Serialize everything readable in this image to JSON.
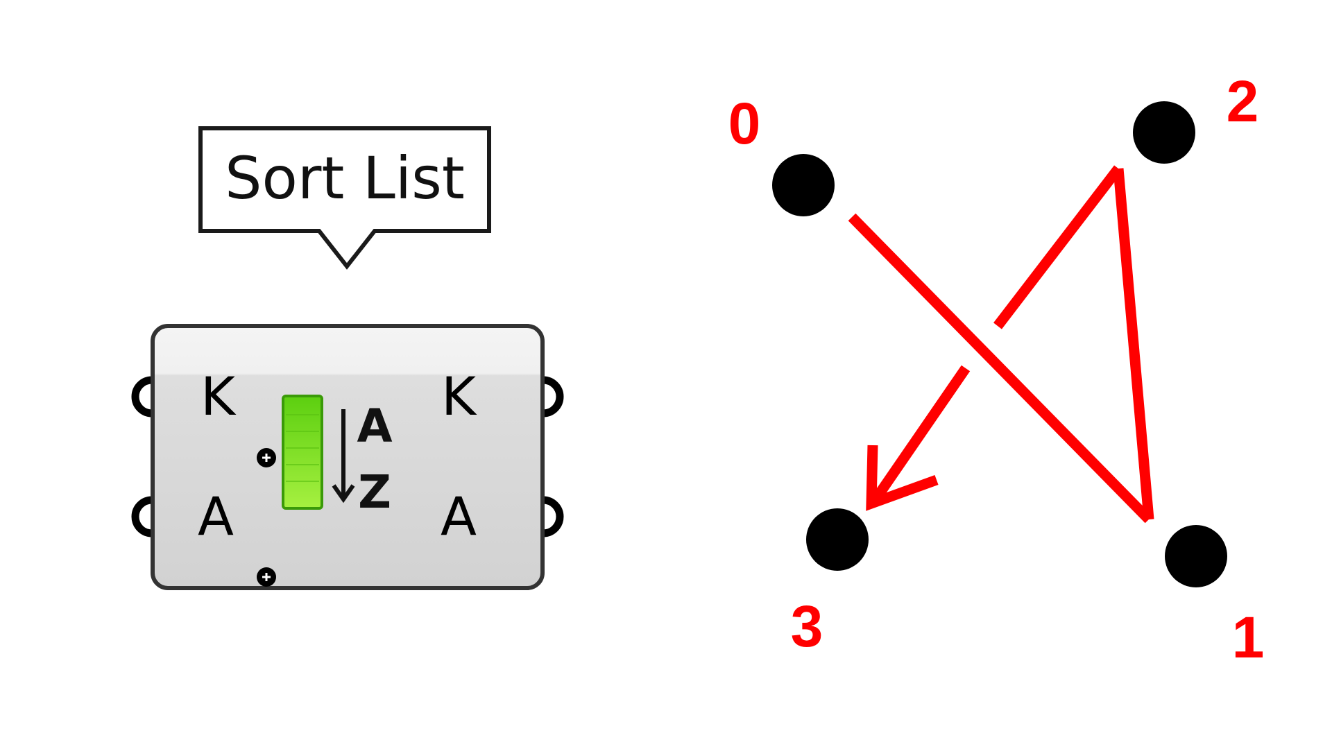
{
  "tooltip": {
    "text": "Sort List"
  },
  "component": {
    "inputs": [
      "K",
      "A"
    ],
    "outputs": [
      "K",
      "A"
    ],
    "icon": {
      "name": "sort-az-icon",
      "letters": [
        "A",
        "Z"
      ]
    }
  },
  "points": [
    {
      "label": "0"
    },
    {
      "label": "1"
    },
    {
      "label": "2"
    },
    {
      "label": "3"
    }
  ],
  "colors": {
    "accent": "#ff0000",
    "point": "#000000",
    "icon_green": "#7ed321",
    "component_fill": "#d9d9d9"
  }
}
